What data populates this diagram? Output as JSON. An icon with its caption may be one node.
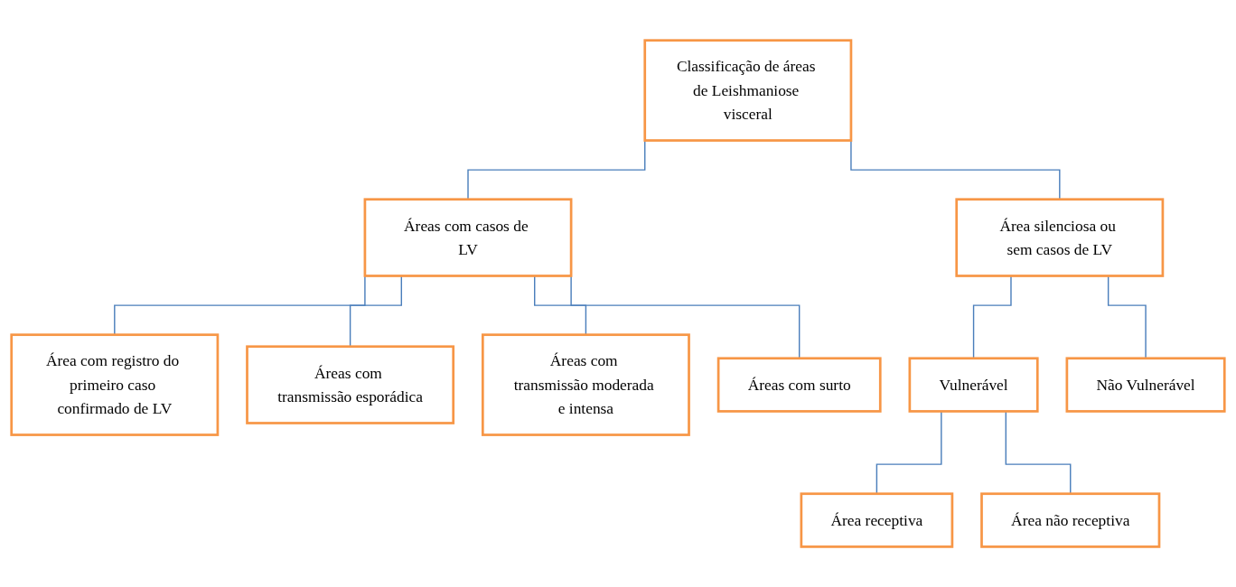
{
  "diagram": {
    "nodes": [
      {
        "text": [
          "Classificação de áreas de Leishmaniose visceral"
        ]
      },
      {
        "text": [
          "Áreas com casos de LV"
        ]
      },
      {
        "text": [
          "Área silenciosa ou sem casos de LV"
        ]
      },
      {
        "text": [
          "Área com registro do primeiro caso confirmado de LV"
        ]
      },
      {
        "text": [
          "Áreas com transmissão esporádica"
        ]
      },
      {
        "text": [
          "Áreas com transmissão moderada e intensa"
        ]
      },
      {
        "text": [
          "Áreas com surto"
        ]
      },
      {
        "text": [
          "Vulnerável"
        ]
      },
      {
        "text": [
          "Não Vulnerável"
        ]
      },
      {
        "text": [
          "Área receptiva"
        ]
      },
      {
        "text": [
          "Área não receptiva"
        ]
      }
    ],
    "edges": [
      {
        "from": 0,
        "to": 1,
        "arrow": "none"
      },
      {
        "from": 0,
        "to": 2,
        "arrow": "none"
      },
      {
        "from": 1,
        "to": 3,
        "arrow": "none"
      },
      {
        "from": 1,
        "to": 4,
        "arrow": "none"
      },
      {
        "from": 1,
        "to": 5,
        "arrow": "none"
      },
      {
        "from": 1,
        "to": 6,
        "arrow": "none"
      },
      {
        "from": 2,
        "to": 7,
        "arrow": "none"
      },
      {
        "from": 2,
        "to": 8,
        "arrow": "none"
      },
      {
        "from": 7,
        "to": 9,
        "arrow": "none"
      },
      {
        "from": 7,
        "to": 10,
        "arrow": "none"
      }
    ]
  }
}
